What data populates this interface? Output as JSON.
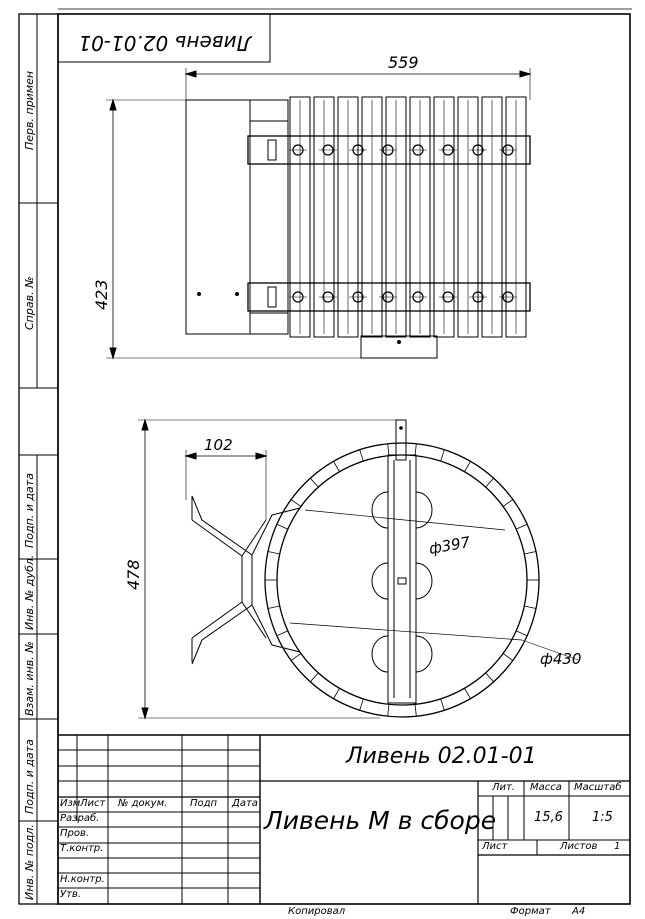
{
  "stamp": {
    "corner_code": "Ливень 02.01-01",
    "designation": "Ливень 02.01-01",
    "title": "Ливень М в сборе",
    "col_izm": "Изм",
    "col_list": "Лист",
    "col_doc": "№ докум.",
    "col_podp": "Подп",
    "col_data": "Дата",
    "row_razrab": "Разраб.",
    "row_prov": "Пров.",
    "row_tkontr": "Т.контр.",
    "row_nkontr": "Н.контр.",
    "row_utv": "Утв.",
    "lit_label": "Лит.",
    "mass_label": "Масса",
    "scale_label": "Масштаб",
    "mass_value": "15,6",
    "scale_value": "1:5",
    "sheet_label": "Лист",
    "sheets_label": "Листов",
    "sheets_value": "1",
    "copied_label": "Копировал",
    "format_label": "Формат",
    "format_value": "A4"
  },
  "side_column": {
    "perv_primen": "Перв. примен",
    "sprav_no": "Справ. №",
    "podp_data_top": "Подп. и дата",
    "inv_dubl": "Инв. № дубл.",
    "vzam_inv": "Взам. инв. №",
    "podp_data_bottom": "Подп. и дата",
    "inv_podl": "Инв. № подл."
  },
  "dimensions": {
    "width_top": "559",
    "height_top": "423",
    "offset_plan": "102",
    "height_plan": "478",
    "dia_inner": "ф397",
    "dia_outer": "ф430"
  },
  "colors": {
    "line": "#000000",
    "paper": "#ffffff"
  }
}
